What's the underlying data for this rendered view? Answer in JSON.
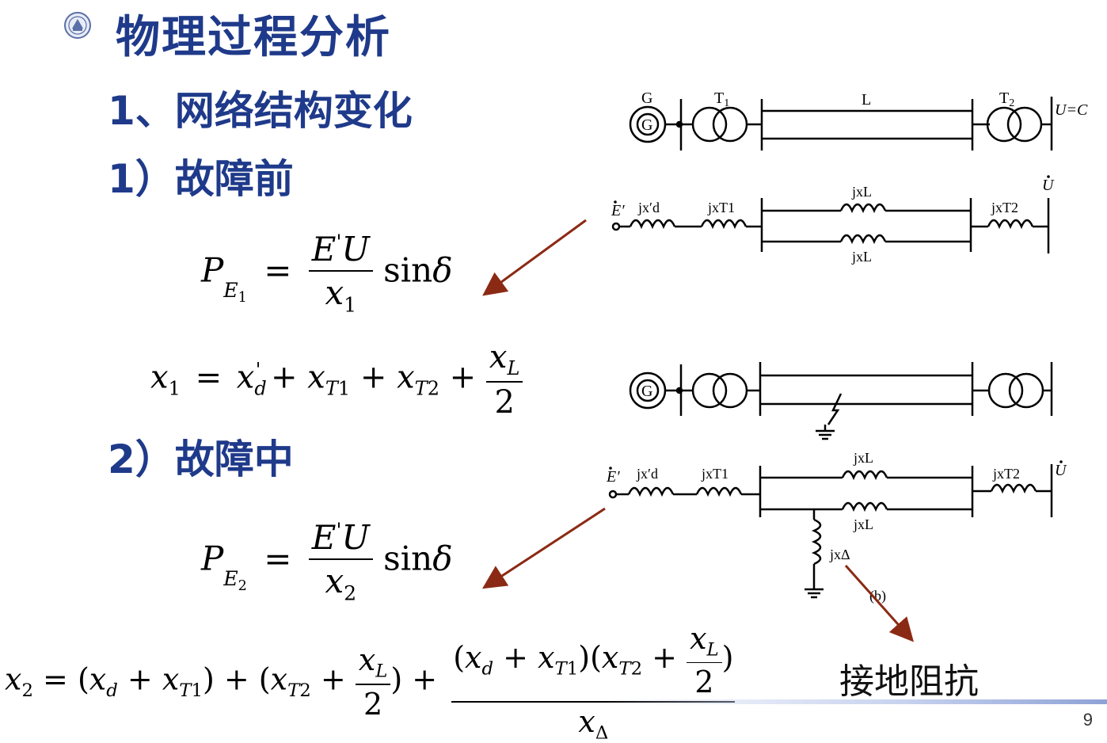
{
  "title": "物理过程分析",
  "section": "1、网络结构变化",
  "before": "1）故障前",
  "during": "2）故障中",
  "ground_impedance": "接地阻抗",
  "page_number": "9",
  "diagram": {
    "G": "G",
    "T1": "T",
    "T1_sub": "1",
    "L": "L",
    "T2": "T",
    "T2_sub": "2",
    "UC": "U=C",
    "E_prime": "E′",
    "jxd": "jx′d",
    "jxT1": "jxT1",
    "jxL": "jxL",
    "jxT2": "jxT2",
    "U_dot": "U",
    "jxDelta": "jxΔ",
    "b_label": "(b)"
  },
  "colors": {
    "title": "#1f3a8a",
    "arrow": "#8b2a14"
  }
}
